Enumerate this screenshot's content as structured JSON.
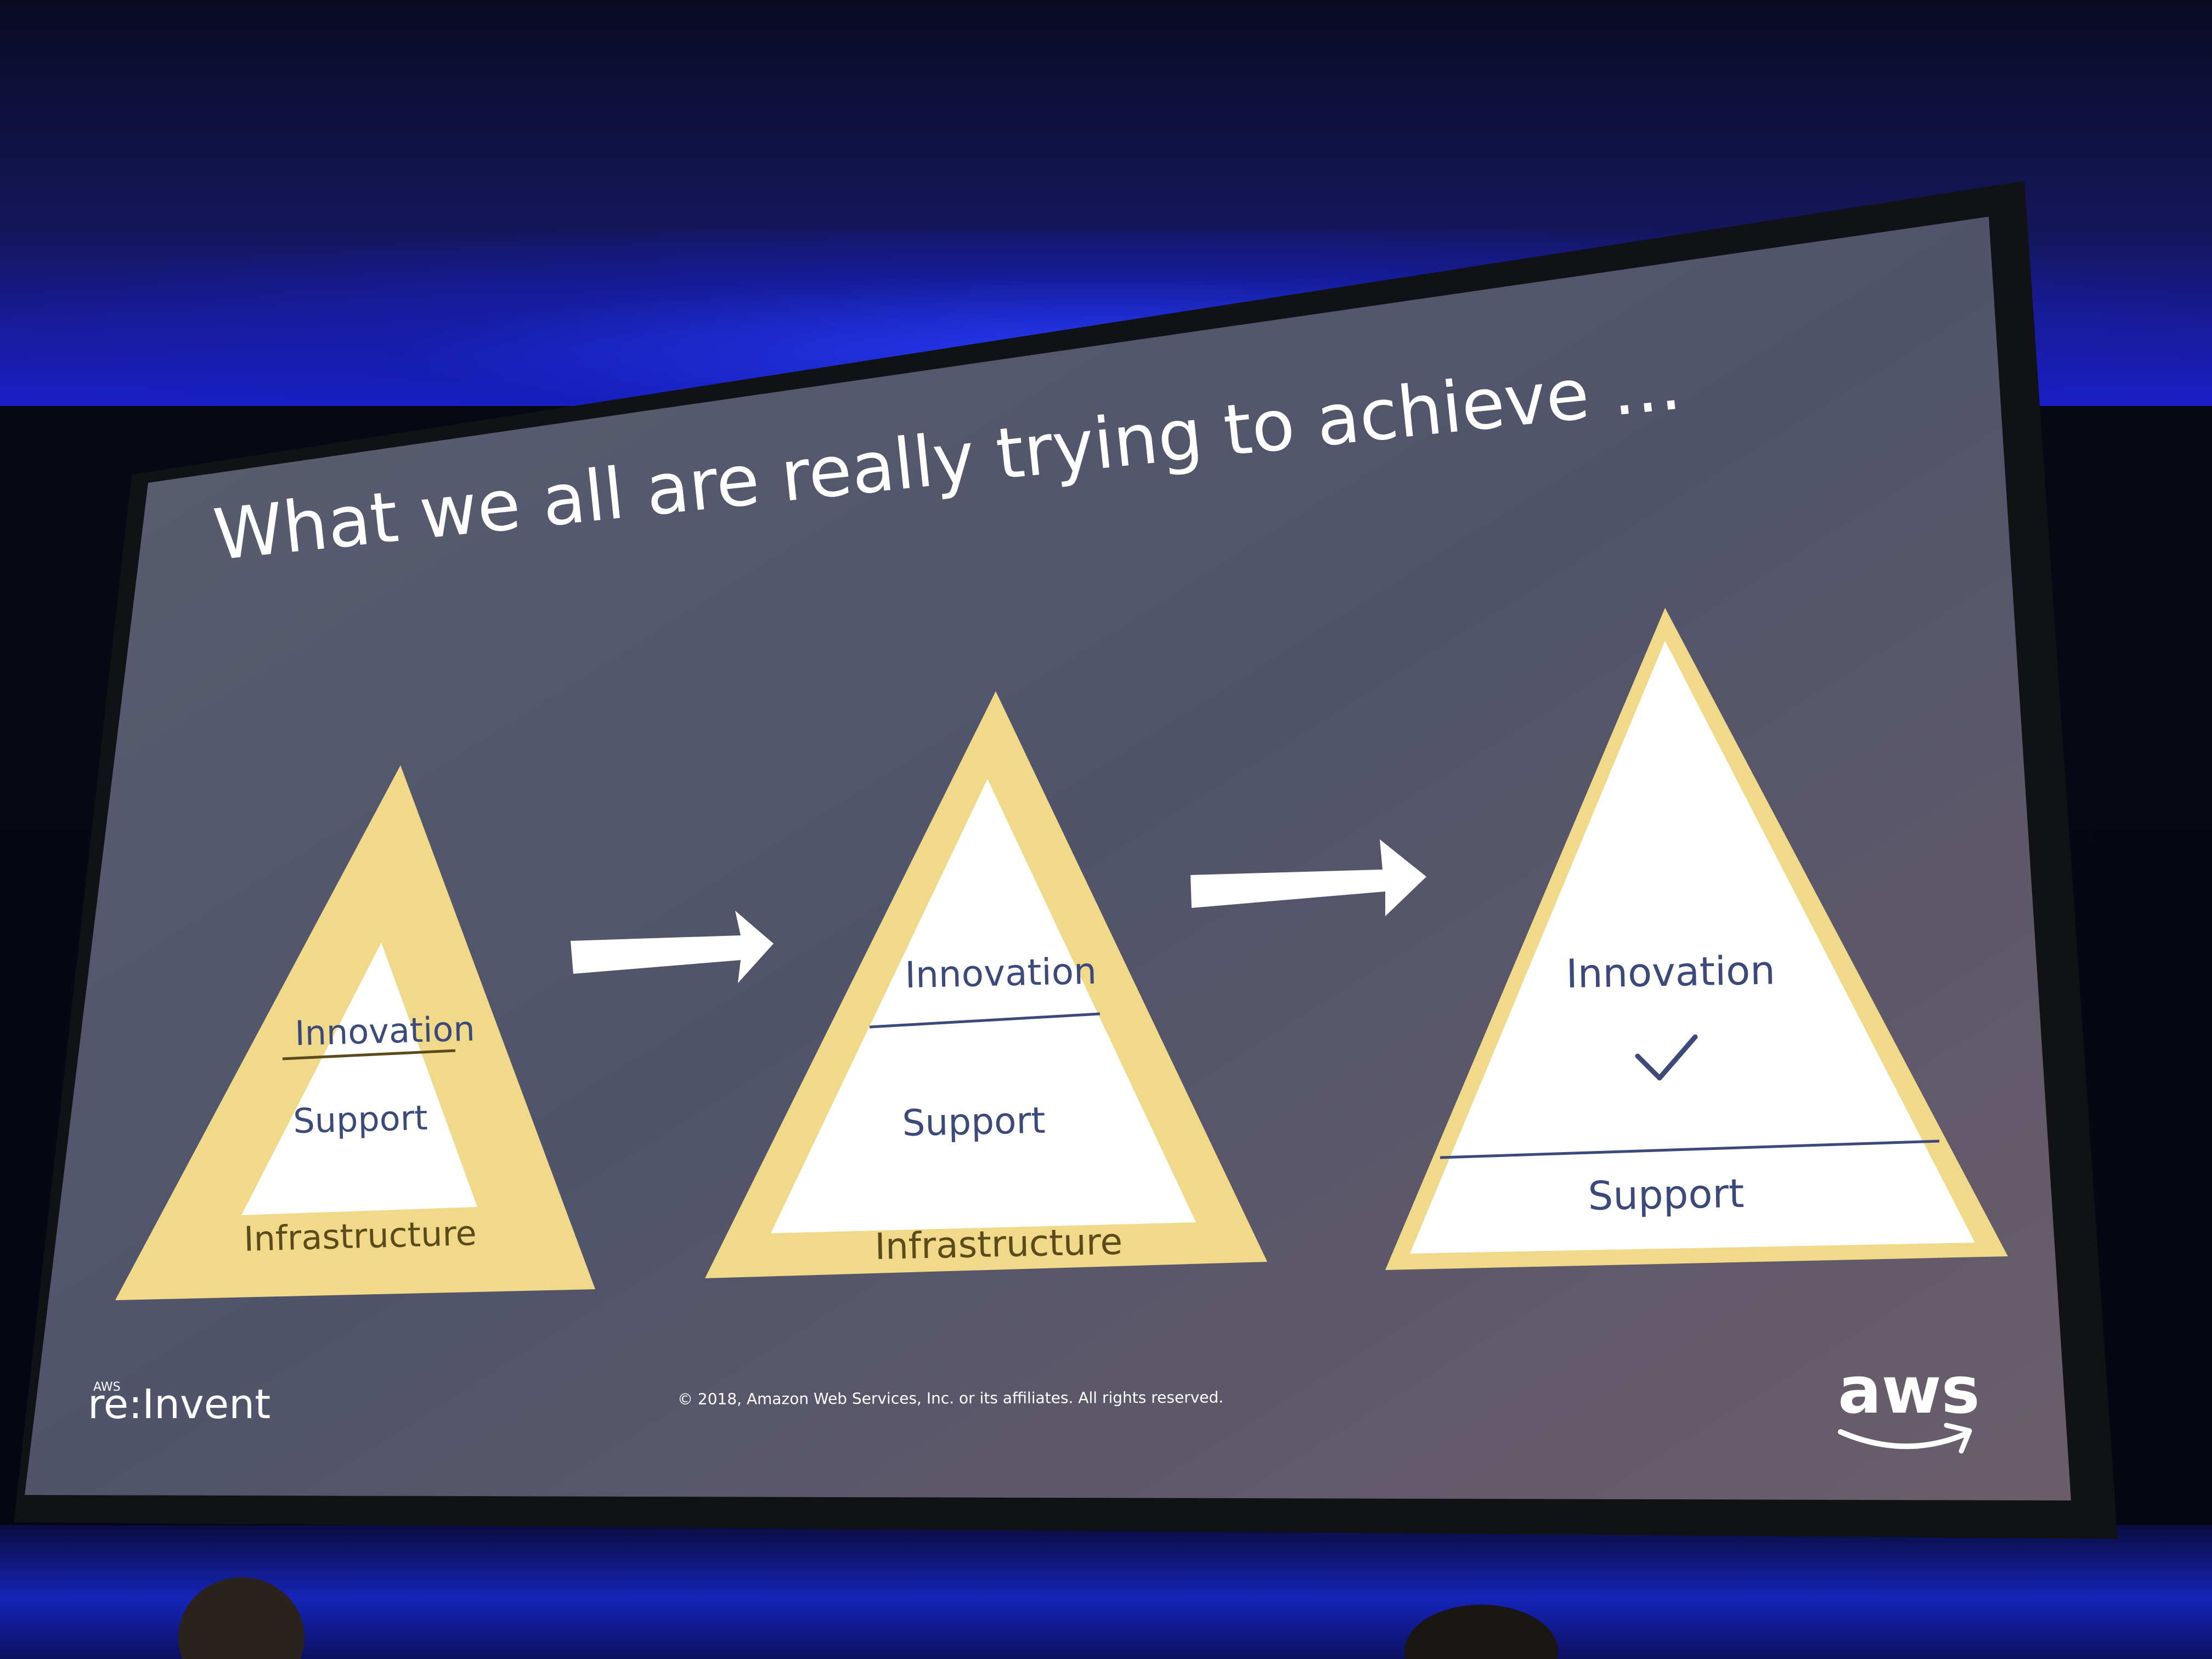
{
  "slide": {
    "title": "What we all are really trying to achieve …",
    "pyramids": [
      {
        "layers": [
          "Innovation",
          "Support",
          "Infrastructure"
        ]
      },
      {
        "layers": [
          "Innovation",
          "Support",
          "Infrastructure"
        ]
      },
      {
        "layers": [
          "Innovation",
          "Support"
        ],
        "has_check": true
      }
    ],
    "footer": {
      "event_logo_small": "AWS",
      "event_logo": "re:Invent",
      "copyright": "© 2018, Amazon Web Services, Inc. or its affiliates. All rights reserved.",
      "brand_logo": "aws"
    }
  },
  "colors": {
    "slide_background": "#4f5263",
    "pyramid_gold": "#f1d98a",
    "pyramid_white": "#ffffff",
    "label_blue": "#3b4a7a",
    "label_gold": "#5b4a1a",
    "title_text": "#ffffff",
    "stage_blue": "#1b26d8"
  },
  "icons": {
    "arrow_1": "arrow-right-icon",
    "arrow_2": "arrow-right-icon",
    "check": "check-icon",
    "aws_smile": "aws-smile-icon"
  }
}
